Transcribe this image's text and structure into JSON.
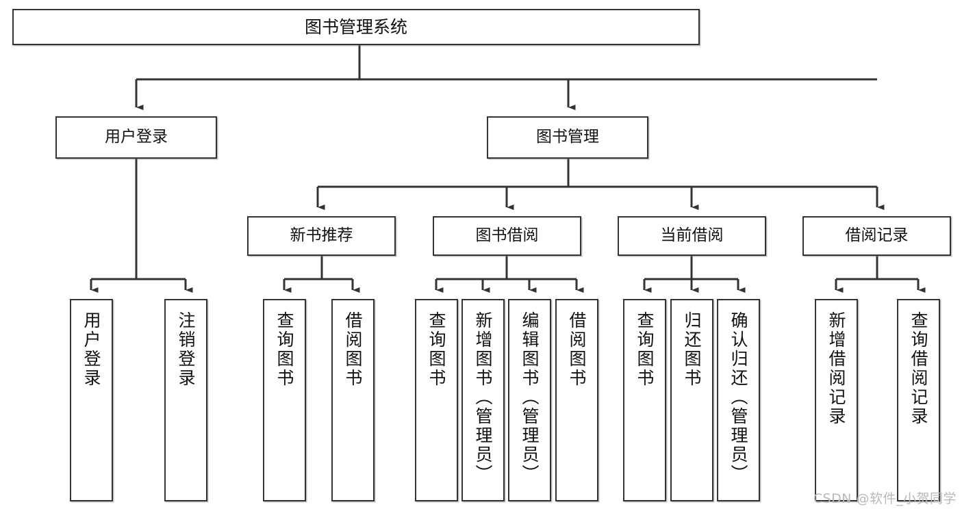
{
  "diagram": {
    "type": "hierarchy-tree",
    "title": "图书管理系统",
    "watermark": "CSDN @软件_小贺同学",
    "colors": {
      "box_border": "#333333",
      "box_fill": "#ffffff",
      "connector": "#333333",
      "text": "#111111",
      "watermark": "#b9b9b9",
      "background": "#ffffff"
    },
    "levels": {
      "root": {
        "label": "图书管理系统"
      },
      "level2": [
        {
          "id": "user-login",
          "label": "用户登录"
        },
        {
          "id": "book-management",
          "label": "图书管理"
        }
      ],
      "level3": [
        {
          "id": "new-book-recommend",
          "label": "新书推荐",
          "parent": "book-management"
        },
        {
          "id": "book-borrow",
          "label": "图书借阅",
          "parent": "book-management"
        },
        {
          "id": "current-borrow",
          "label": "当前借阅",
          "parent": "book-management"
        },
        {
          "id": "borrow-record",
          "label": "借阅记录",
          "parent": "book-management"
        }
      ],
      "leaves": [
        {
          "id": "leaf-user-login",
          "label": "用户登录",
          "parent": "user-login"
        },
        {
          "id": "leaf-user-logout",
          "label": "注销登录",
          "parent": "user-login"
        },
        {
          "id": "leaf-query-book-1",
          "label": "查询图书",
          "parent": "new-book-recommend"
        },
        {
          "id": "leaf-borrow-book-1",
          "label": "借阅图书",
          "parent": "new-book-recommend"
        },
        {
          "id": "leaf-query-book-2",
          "label": "查询图书",
          "parent": "book-borrow"
        },
        {
          "id": "leaf-add-book",
          "label": "新增图书（管理员）",
          "parent": "book-borrow"
        },
        {
          "id": "leaf-edit-book",
          "label": "编辑图书（管理员）",
          "parent": "book-borrow"
        },
        {
          "id": "leaf-borrow-book-2",
          "label": "借阅图书",
          "parent": "book-borrow"
        },
        {
          "id": "leaf-query-book-3",
          "label": "查询图书",
          "parent": "current-borrow"
        },
        {
          "id": "leaf-return-book",
          "label": "归还图书",
          "parent": "current-borrow"
        },
        {
          "id": "leaf-confirm-return",
          "label": "确认归还（管理员）",
          "parent": "current-borrow"
        },
        {
          "id": "leaf-add-record",
          "label": "新增借阅记录",
          "parent": "borrow-record"
        },
        {
          "id": "leaf-query-record",
          "label": "查询借阅记录",
          "parent": "borrow-record"
        }
      ]
    }
  }
}
